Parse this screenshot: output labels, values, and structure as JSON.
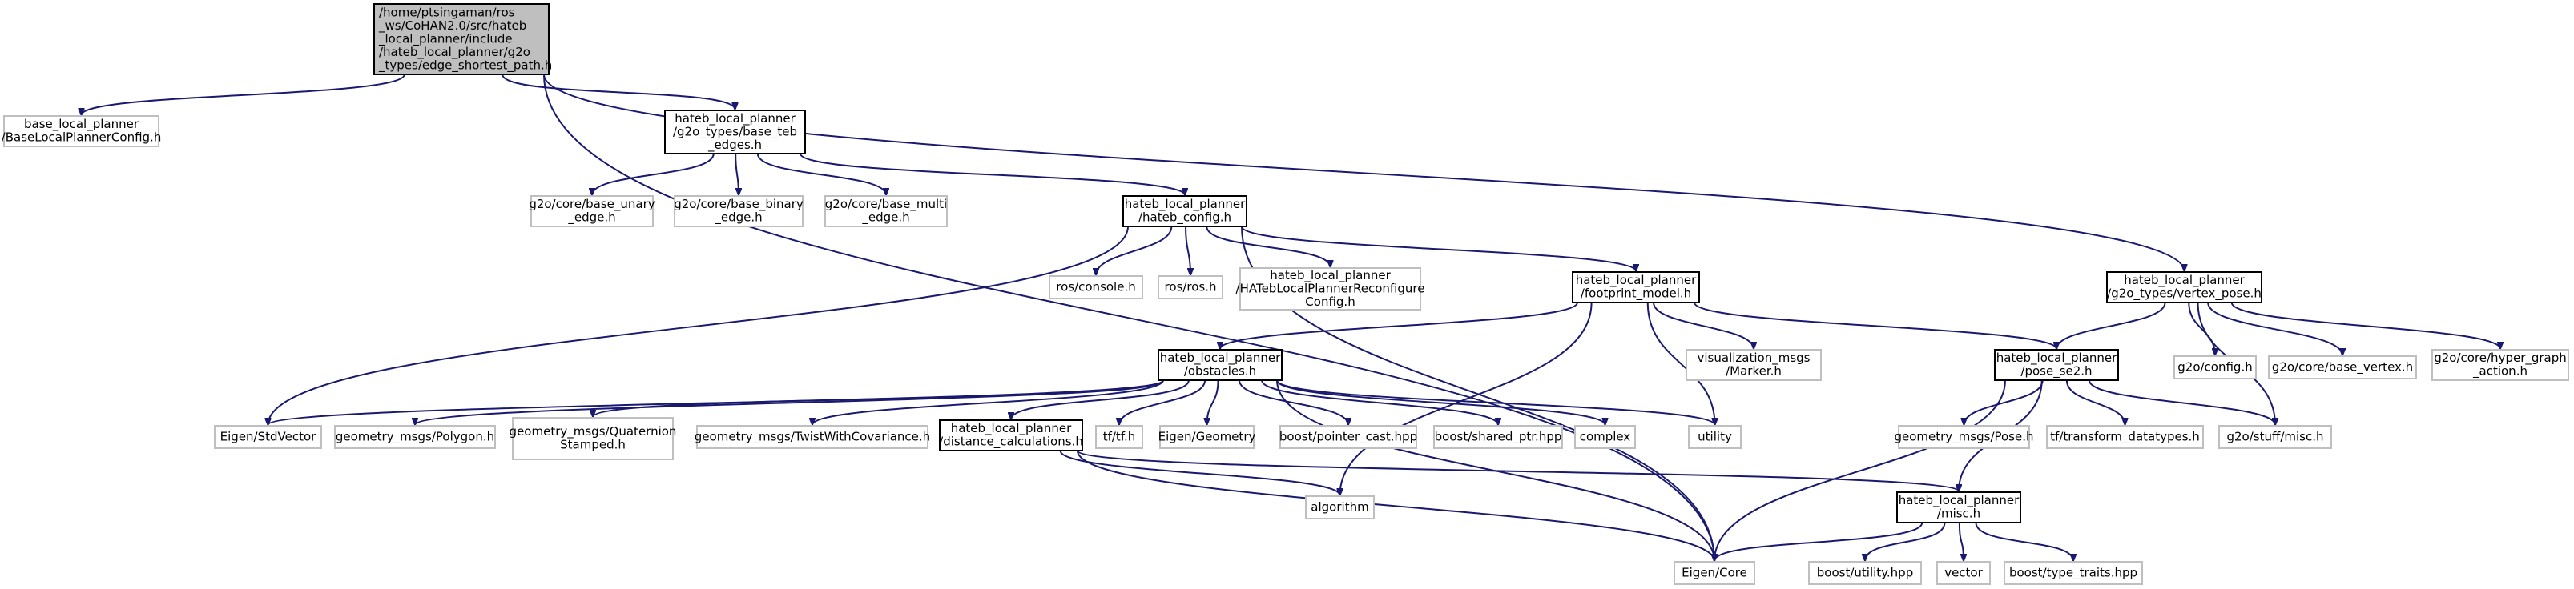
{
  "nodes": [
    {
      "id": "root",
      "kind": "root",
      "lines": [
        "/home/ptsingaman/ros",
        "_ws/CoHAN2.0/src/hateb",
        "_local_planner/include",
        "/hateb_local_planner/g2o",
        "_types/edge_shortest_path.h"
      ]
    },
    {
      "id": "base_local_planner_config",
      "kind": "ext",
      "lines": [
        "base_local_planner",
        "/BaseLocalPlannerConfig.h"
      ]
    },
    {
      "id": "base_teb_edges",
      "kind": "inc",
      "lines": [
        "hateb_local_planner",
        "/g2o_types/base_teb",
        "_edges.h"
      ]
    },
    {
      "id": "vertex_pose",
      "kind": "inc",
      "lines": [
        "hateb_local_planner",
        "/g2o_types/vertex_pose.h"
      ]
    },
    {
      "id": "base_unary_edge",
      "kind": "ext",
      "lines": [
        "g2o/core/base_unary",
        "_edge.h"
      ]
    },
    {
      "id": "base_binary_edge",
      "kind": "ext",
      "lines": [
        "g2o/core/base_binary",
        "_edge.h"
      ]
    },
    {
      "id": "base_multi_edge",
      "kind": "ext",
      "lines": [
        "g2o/core/base_multi",
        "_edge.h"
      ]
    },
    {
      "id": "hateb_config",
      "kind": "inc",
      "lines": [
        "hateb_local_planner",
        "/hateb_config.h"
      ]
    },
    {
      "id": "ros_console",
      "kind": "ext",
      "lines": [
        "ros/console.h"
      ]
    },
    {
      "id": "ros_ros",
      "kind": "ext",
      "lines": [
        "ros/ros.h"
      ]
    },
    {
      "id": "reconfigure_config",
      "kind": "ext",
      "lines": [
        "hateb_local_planner",
        "/HATebLocalPlannerReconfigure",
        "Config.h"
      ]
    },
    {
      "id": "footprint_model",
      "kind": "inc",
      "lines": [
        "hateb_local_planner",
        "/footprint_model.h"
      ]
    },
    {
      "id": "visualization_marker",
      "kind": "ext",
      "lines": [
        "visualization_msgs",
        "/Marker.h"
      ]
    },
    {
      "id": "g2o_config",
      "kind": "ext",
      "lines": [
        "g2o/config.h"
      ]
    },
    {
      "id": "base_vertex",
      "kind": "ext",
      "lines": [
        "g2o/core/base_vertex.h"
      ]
    },
    {
      "id": "hyper_graph_action",
      "kind": "ext",
      "lines": [
        "g2o/core/hyper_graph",
        "_action.h"
      ]
    },
    {
      "id": "obstacles",
      "kind": "inc",
      "lines": [
        "hateb_local_planner",
        "/obstacles.h"
      ]
    },
    {
      "id": "pose_se2",
      "kind": "inc",
      "lines": [
        "hateb_local_planner",
        "/pose_se2.h"
      ]
    },
    {
      "id": "eigen_stdvector",
      "kind": "ext",
      "lines": [
        "Eigen/StdVector"
      ]
    },
    {
      "id": "polygon",
      "kind": "ext",
      "lines": [
        "geometry_msgs/Polygon.h"
      ]
    },
    {
      "id": "quaternion_stamped",
      "kind": "ext",
      "lines": [
        "geometry_msgs/Quaternion",
        "Stamped.h"
      ]
    },
    {
      "id": "twist_with_covariance",
      "kind": "ext",
      "lines": [
        "geometry_msgs/TwistWithCovariance.h"
      ]
    },
    {
      "id": "distance_calculations",
      "kind": "inc",
      "lines": [
        "hateb_local_planner",
        "/distance_calculations.h"
      ]
    },
    {
      "id": "tf_tf",
      "kind": "ext",
      "lines": [
        "tf/tf.h"
      ]
    },
    {
      "id": "eigen_geometry",
      "kind": "ext",
      "lines": [
        "Eigen/Geometry"
      ]
    },
    {
      "id": "boost_pointer_cast",
      "kind": "ext",
      "lines": [
        "boost/pointer_cast.hpp"
      ]
    },
    {
      "id": "boost_shared_ptr",
      "kind": "ext",
      "lines": [
        "boost/shared_ptr.hpp"
      ]
    },
    {
      "id": "complex",
      "kind": "ext",
      "lines": [
        "complex"
      ]
    },
    {
      "id": "utility",
      "kind": "ext",
      "lines": [
        "utility"
      ]
    },
    {
      "id": "geometry_pose",
      "kind": "ext",
      "lines": [
        "geometry_msgs/Pose.h"
      ]
    },
    {
      "id": "transform_datatypes",
      "kind": "ext",
      "lines": [
        "tf/transform_datatypes.h"
      ]
    },
    {
      "id": "g2o_stuff_misc",
      "kind": "ext",
      "lines": [
        "g2o/stuff/misc.h"
      ]
    },
    {
      "id": "algorithm",
      "kind": "ext",
      "lines": [
        "algorithm"
      ]
    },
    {
      "id": "misc",
      "kind": "inc",
      "lines": [
        "hateb_local_planner",
        "/misc.h"
      ]
    },
    {
      "id": "eigen_core",
      "kind": "ext",
      "lines": [
        "Eigen/Core"
      ]
    },
    {
      "id": "boost_utility",
      "kind": "ext",
      "lines": [
        "boost/utility.hpp"
      ]
    },
    {
      "id": "vector",
      "kind": "ext",
      "lines": [
        "vector"
      ]
    },
    {
      "id": "boost_type_traits",
      "kind": "ext",
      "lines": [
        "boost/type_traits.hpp"
      ]
    }
  ],
  "edges": [
    [
      "root",
      "base_local_planner_config"
    ],
    [
      "root",
      "base_teb_edges"
    ],
    [
      "root",
      "vertex_pose"
    ],
    [
      "root",
      "eigen_core"
    ],
    [
      "base_teb_edges",
      "base_unary_edge"
    ],
    [
      "base_teb_edges",
      "base_binary_edge"
    ],
    [
      "base_teb_edges",
      "base_multi_edge"
    ],
    [
      "base_teb_edges",
      "hateb_config"
    ],
    [
      "hateb_config",
      "ros_console"
    ],
    [
      "hateb_config",
      "ros_ros"
    ],
    [
      "hateb_config",
      "reconfigure_config"
    ],
    [
      "hateb_config",
      "footprint_model"
    ],
    [
      "hateb_config",
      "eigen_stdvector"
    ],
    [
      "hateb_config",
      "eigen_core"
    ],
    [
      "footprint_model",
      "obstacles"
    ],
    [
      "footprint_model",
      "pose_se2"
    ],
    [
      "footprint_model",
      "visualization_marker"
    ],
    [
      "footprint_model",
      "utility"
    ],
    [
      "footprint_model",
      "algorithm"
    ],
    [
      "vertex_pose",
      "pose_se2"
    ],
    [
      "vertex_pose",
      "g2o_config"
    ],
    [
      "vertex_pose",
      "base_vertex"
    ],
    [
      "vertex_pose",
      "hyper_graph_action"
    ],
    [
      "vertex_pose",
      "g2o_stuff_misc"
    ],
    [
      "obstacles",
      "eigen_stdvector"
    ],
    [
      "obstacles",
      "polygon"
    ],
    [
      "obstacles",
      "quaternion_stamped"
    ],
    [
      "obstacles",
      "twist_with_covariance"
    ],
    [
      "obstacles",
      "distance_calculations"
    ],
    [
      "obstacles",
      "tf_tf"
    ],
    [
      "obstacles",
      "eigen_geometry"
    ],
    [
      "obstacles",
      "boost_pointer_cast"
    ],
    [
      "obstacles",
      "boost_shared_ptr"
    ],
    [
      "obstacles",
      "complex"
    ],
    [
      "obstacles",
      "utility"
    ],
    [
      "obstacles",
      "eigen_core"
    ],
    [
      "pose_se2",
      "geometry_pose"
    ],
    [
      "pose_se2",
      "transform_datatypes"
    ],
    [
      "pose_se2",
      "g2o_stuff_misc"
    ],
    [
      "pose_se2",
      "misc"
    ],
    [
      "pose_se2",
      "eigen_core"
    ],
    [
      "distance_calculations",
      "algorithm"
    ],
    [
      "distance_calculations",
      "misc"
    ],
    [
      "distance_calculations",
      "eigen_core"
    ],
    [
      "misc",
      "eigen_core"
    ],
    [
      "misc",
      "boost_utility"
    ],
    [
      "misc",
      "vector"
    ],
    [
      "misc",
      "boost_type_traits"
    ]
  ]
}
